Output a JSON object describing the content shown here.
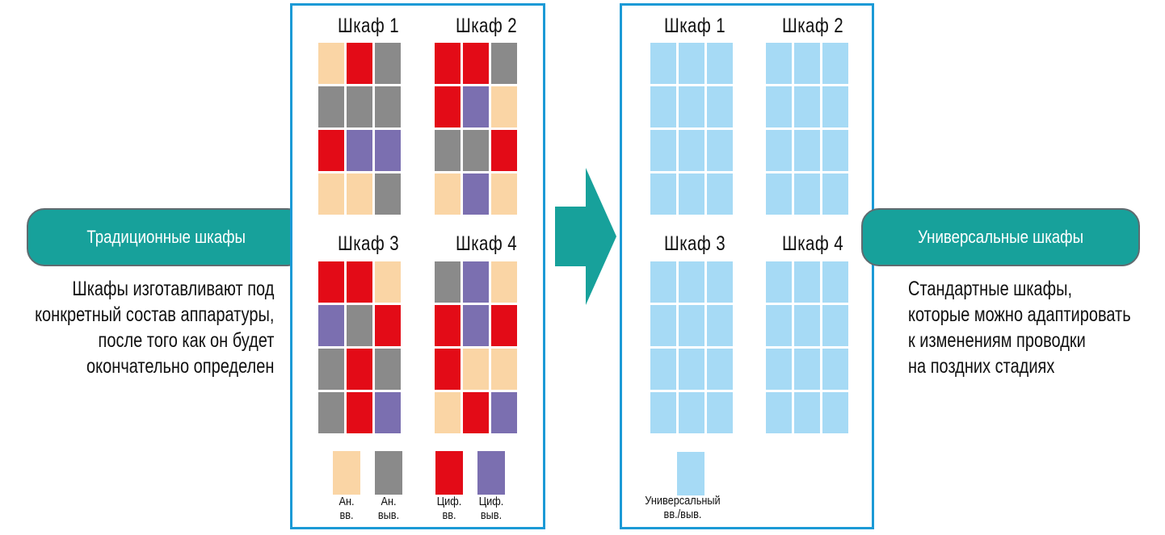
{
  "colors": {
    "analog_in": "#fad5a5",
    "analog_out": "#8a8a8a",
    "digital_in": "#e30b17",
    "digital_out": "#7b6fb0",
    "universal": "#a6daf5",
    "accent": "#17a19b",
    "border": "#1b9ad6"
  },
  "left": {
    "pill_label": "Традиционные шкафы",
    "description": [
      "Шкафы изготавливают под",
      "конкретный состав аппаратуры,",
      "после того как он будет",
      "окончательно определен"
    ],
    "cabinets": [
      {
        "title": "Шкаф 1",
        "cells": [
          [
            "ai",
            "di",
            "ao"
          ],
          [
            "ao",
            "ao",
            "ao"
          ],
          [
            "di",
            "do",
            "do"
          ],
          [
            "ai",
            "ai",
            "ao"
          ]
        ]
      },
      {
        "title": "Шкаф 2",
        "cells": [
          [
            "di",
            "di",
            "ao"
          ],
          [
            "di",
            "do",
            "ai"
          ],
          [
            "ao",
            "ao",
            "di"
          ],
          [
            "ai",
            "do",
            "ai"
          ]
        ]
      },
      {
        "title": "Шкаф 3",
        "cells": [
          [
            "di",
            "di",
            "ai"
          ],
          [
            "do",
            "ao",
            "di"
          ],
          [
            "ao",
            "di",
            "ao"
          ],
          [
            "ao",
            "di",
            "do"
          ]
        ]
      },
      {
        "title": "Шкаф 4",
        "cells": [
          [
            "ao",
            "do",
            "ai"
          ],
          [
            "di",
            "do",
            "di"
          ],
          [
            "di",
            "ai",
            "ai"
          ],
          [
            "ai",
            "di",
            "do"
          ]
        ]
      }
    ],
    "legend": [
      {
        "type": "ai",
        "label": [
          "Ан.",
          "вв."
        ]
      },
      {
        "type": "ao",
        "label": [
          "Ан.",
          "выв."
        ]
      },
      {
        "type": "di",
        "label": [
          "Циф.",
          "вв."
        ]
      },
      {
        "type": "do",
        "label": [
          "Циф.",
          "выв."
        ]
      }
    ]
  },
  "right": {
    "pill_label": "Универсальные шкафы",
    "description": [
      "Стандартные шкафы,",
      "которые можно адаптировать",
      " к изменениям проводки",
      "на поздних стадиях"
    ],
    "cabinets": [
      {
        "title": "Шкаф 1",
        "cells": [
          [
            "u",
            "u",
            "u"
          ],
          [
            "u",
            "u",
            "u"
          ],
          [
            "u",
            "u",
            "u"
          ],
          [
            "u",
            "u",
            "u"
          ]
        ]
      },
      {
        "title": "Шкаф 2",
        "cells": [
          [
            "u",
            "u",
            "u"
          ],
          [
            "u",
            "u",
            "u"
          ],
          [
            "u",
            "u",
            "u"
          ],
          [
            "u",
            "u",
            "u"
          ]
        ]
      },
      {
        "title": "Шкаф 3",
        "cells": [
          [
            "u",
            "u",
            "u"
          ],
          [
            "u",
            "u",
            "u"
          ],
          [
            "u",
            "u",
            "u"
          ],
          [
            "u",
            "u",
            "u"
          ]
        ]
      },
      {
        "title": "Шкаф 4",
        "cells": [
          [
            "u",
            "u",
            "u"
          ],
          [
            "u",
            "u",
            "u"
          ],
          [
            "u",
            "u",
            "u"
          ],
          [
            "u",
            "u",
            "u"
          ]
        ]
      }
    ],
    "legend": [
      {
        "type": "u",
        "label": [
          "Универсальный",
          "вв./выв."
        ]
      }
    ]
  }
}
